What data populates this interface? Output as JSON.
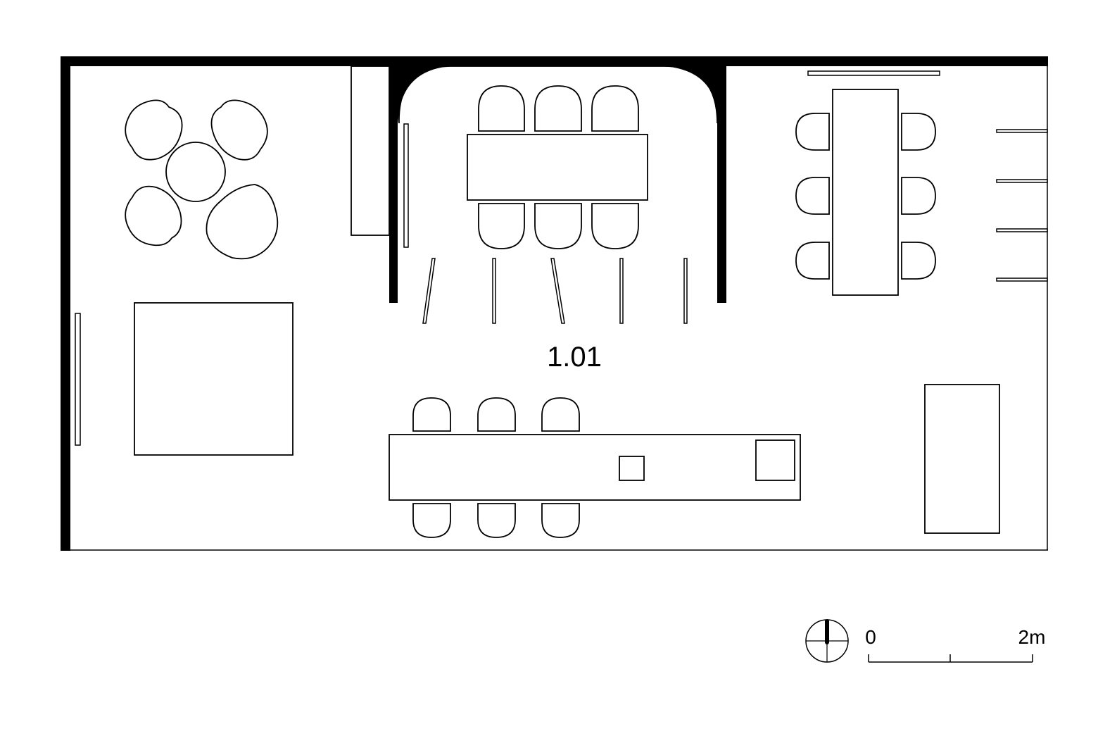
{
  "plan": {
    "room_label": "1.01",
    "colors": {
      "line": "#000000",
      "background": "#ffffff"
    }
  },
  "scale_bar": {
    "start_label": "0",
    "end_label": "2m"
  },
  "north_arrow": {
    "icon": "north-arrow-icon"
  }
}
